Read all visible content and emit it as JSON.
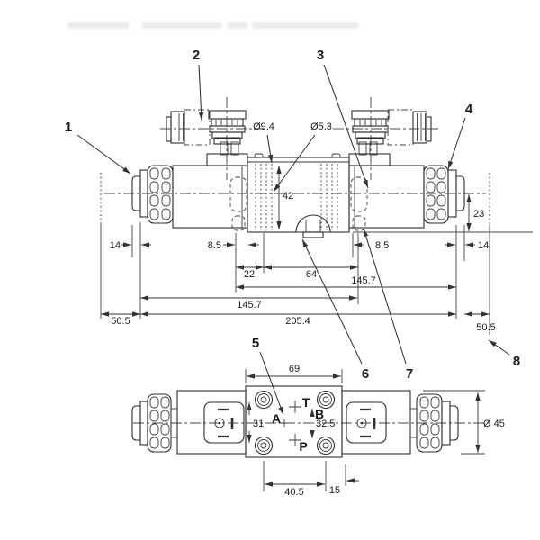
{
  "callouts": {
    "n1": "1",
    "n2": "2",
    "n3": "3",
    "n4": "4",
    "n5": "5",
    "n6": "6",
    "n7": "7",
    "n8": "8"
  },
  "front": {
    "dia_counterbore": "Ø9.4",
    "dia_hole": "Ø5.3",
    "body_height": "42",
    "axis_height": "23",
    "cap_len_left": "14",
    "cap_len_right": "14",
    "gap_left": "8.5",
    "gap_right": "8.5",
    "hole_offset": "22",
    "hole_span": "64",
    "len_right": "145.7",
    "len_left": "145.7",
    "total_length": "205.4",
    "clearance_left": "50.5",
    "clearance_right": "50.5"
  },
  "plan": {
    "port_a": "A",
    "port_t": "T",
    "port_b": "B",
    "port_p": "P",
    "plate_width": "69",
    "bolt_spacing_v": "31",
    "port_spacing_v": "32.5",
    "bolt_spacing_h": "40.5",
    "edge_offset": "15",
    "coil_dia": "Ø 45"
  }
}
